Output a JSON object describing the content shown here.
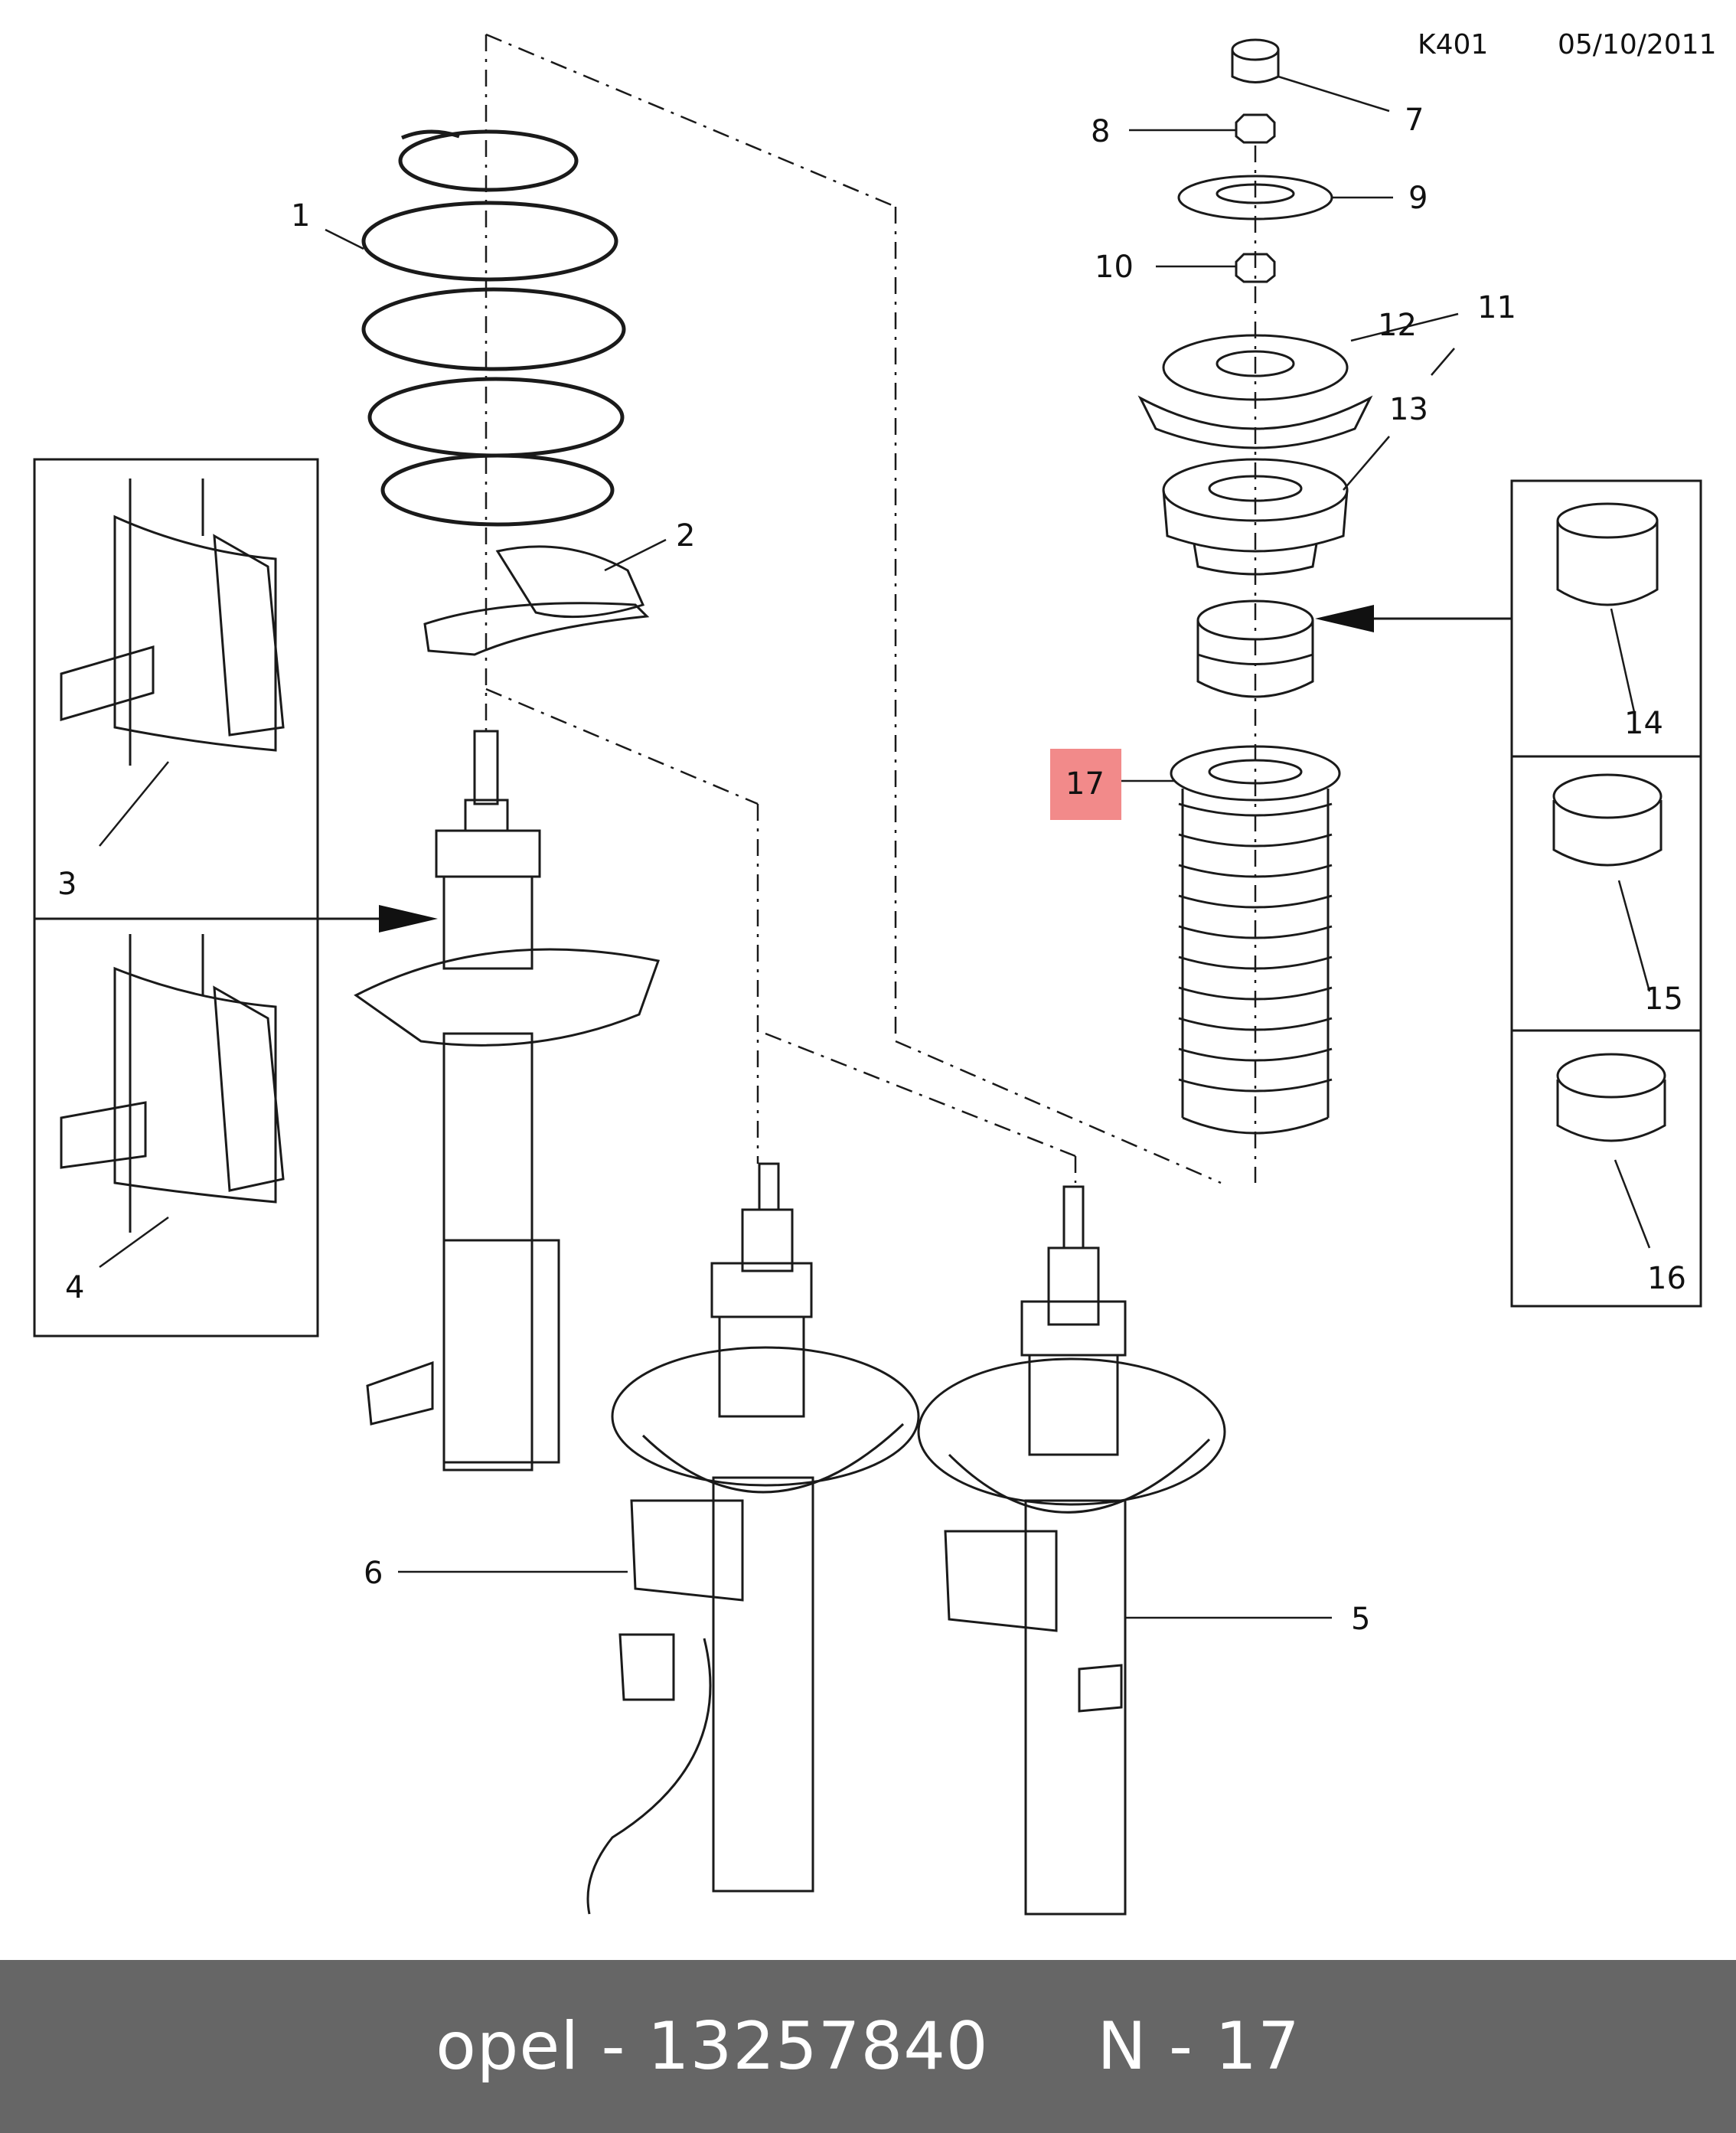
{
  "header": {
    "code": "K401",
    "date": "05/10/2011"
  },
  "callouts": [
    "1",
    "2",
    "3",
    "4",
    "5",
    "6",
    "7",
    "8",
    "9",
    "10",
    "11",
    "12",
    "13",
    "14",
    "15",
    "16",
    "17"
  ],
  "highlight": {
    "label": "17",
    "color": "#f28a8a"
  },
  "footer": {
    "text": "opel - 13257840     N - 17",
    "background": "#666666",
    "text_color": "#ffffff"
  }
}
